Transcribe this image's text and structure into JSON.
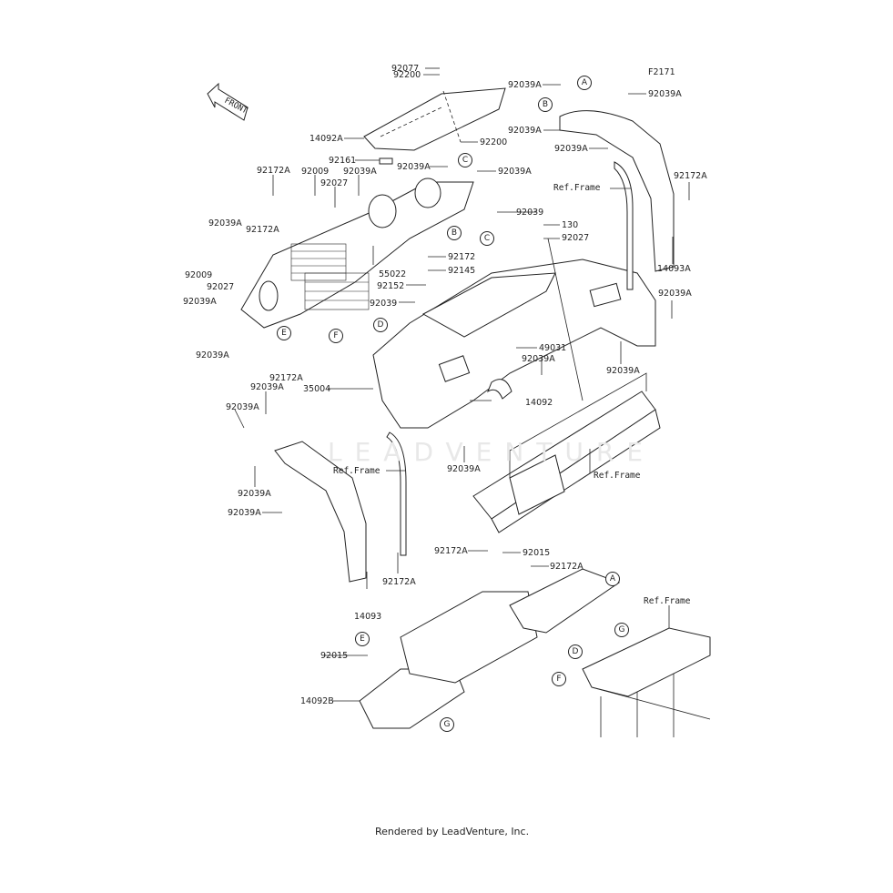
{
  "figure_code": "F2171",
  "credit": "Rendered by LeadVenture, Inc.",
  "watermark": "LEADVENTURE",
  "front_arrow_label": "FRONT",
  "callouts": {
    "A": "A",
    "B": "B",
    "C": "C",
    "D": "D",
    "E": "E",
    "F": "F",
    "G": "G"
  },
  "labels": {
    "l92077": "92077",
    "l92200_top": "92200",
    "l14092A": "14092A",
    "l92200_mid": "92200",
    "l92161": "92161",
    "l92039A_cover": "92039A",
    "l92172A_tl": "92172A",
    "l92009_top": "92009",
    "l92027_top": "92027",
    "l92039A_top": "92039A",
    "l92039A_right_top": "92039A",
    "l92039A_fenderR_1": "92039A",
    "l92039A_fenderR_2": "92039A",
    "l92039A_fenderR_3": "92039A",
    "l92039A_fenderR_4": "92039A",
    "l92039A_left_1": "92039A",
    "l92172A_left": "92172A",
    "l92009_left": "92009",
    "l92027_left": "92027",
    "l92039A_left_2": "92039A",
    "l92039A_left_3": "92039A",
    "l92172A_low": "92172A",
    "l55022": "55022",
    "l92152": "92152",
    "l92039_mid": "92039",
    "l92172": "92172",
    "l92145": "92145",
    "l92039_top": "92039",
    "l130": "130",
    "l92027_right": "92027",
    "l92172A_fenderR": "92172A",
    "l14093A": "14093A",
    "ref_frame_top": "Ref.Frame",
    "l92039A_right_side": "92039A",
    "l49031": "49031",
    "l92039A_center": "92039A",
    "l92039A_rear": "92039A",
    "l35004": "35004",
    "l14092": "14092",
    "l92039A_fl_1": "92039A",
    "l92039A_fl_2": "92039A",
    "l92039A_fl_3": "92039A",
    "l92039A_fl_4": "92039A",
    "ref_frame_left": "Ref.Frame",
    "l92039A_body": "92039A",
    "ref_frame_bumper": "Ref.Frame",
    "l92172A_fenderL": "92172A",
    "l14093": "14093",
    "l92172A_floor_1": "92172A",
    "l92015_top": "92015",
    "l92172A_floor_2": "92172A",
    "ref_frame_chassis": "Ref.Frame",
    "l92015_left": "92015",
    "l14092B": "14092B"
  }
}
